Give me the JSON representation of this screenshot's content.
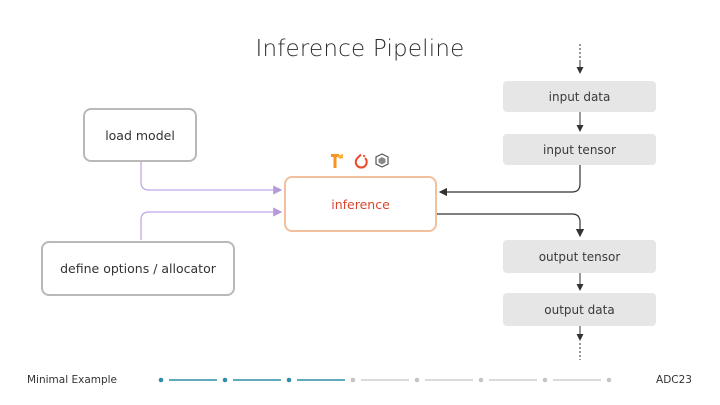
{
  "title": "Inference Pipeline",
  "nodes": {
    "load_model": "load model",
    "define_options": "define options / allocator",
    "inference": "inference",
    "input_data": "input data",
    "input_tensor": "input tensor",
    "output_tensor": "output tensor",
    "output_data": "output data"
  },
  "framework_icons": [
    "tensorflow-icon",
    "pytorch-icon",
    "onnx-icon"
  ],
  "colors": {
    "inference_border": "#f2c09c",
    "inference_text": "#d9472f",
    "purple_connector": "#c3a8e6",
    "progress_active": "#2f8fa8",
    "progress_inactive": "#c4c4c4"
  },
  "footer": {
    "left": "Minimal Example",
    "right": "ADC23",
    "progress": {
      "total_steps": 8,
      "completed_steps": 3
    }
  }
}
